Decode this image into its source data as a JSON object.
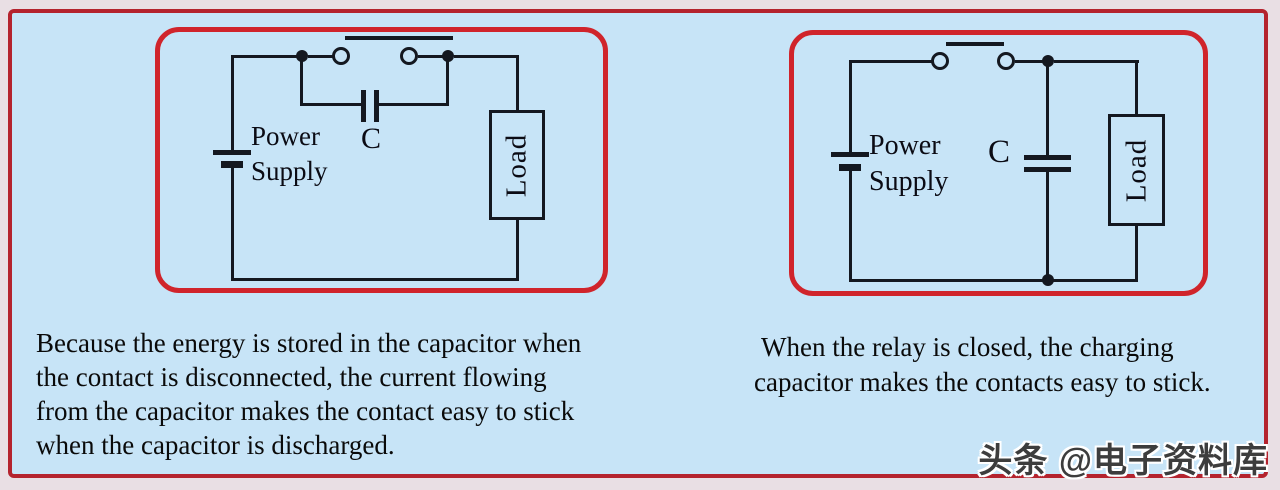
{
  "panels": {
    "left": {
      "power_supply_label": "Power Supply",
      "capacitor_label": "C",
      "load_label": "Load",
      "caption_lines": [
        "Because the energy is stored in the capacitor when",
        "the contact is disconnected, the current flowing",
        "from the capacitor makes the contact easy to stick",
        "when the capacitor is discharged."
      ]
    },
    "right": {
      "power_supply_label": "Power Supply",
      "capacitor_label": "C",
      "load_label": "Load",
      "caption_lines": [
        "When the relay is closed, the charging",
        "capacitor makes the contacts easy to stick."
      ]
    }
  },
  "watermark": "头条 @电子资料库",
  "colors": {
    "page_background": "#c7e4f7",
    "outer_border": "#b4232e",
    "panel_border": "#d0242b",
    "circuit_line": "#141820",
    "watermark_text": "#3d3d3d"
  }
}
